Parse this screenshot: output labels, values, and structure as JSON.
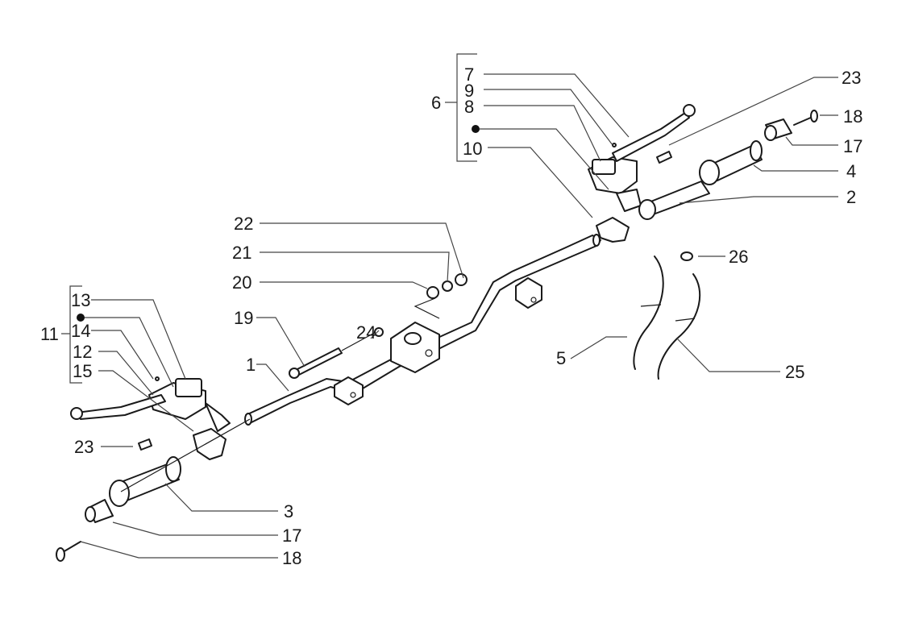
{
  "diagram": {
    "title": "Handlebar assembly exploded view",
    "labels": [
      {
        "id": "l1",
        "text": "1"
      },
      {
        "id": "l2",
        "text": "2"
      },
      {
        "id": "l3",
        "text": "3"
      },
      {
        "id": "l4",
        "text": "4"
      },
      {
        "id": "l5",
        "text": "5"
      },
      {
        "id": "l6",
        "text": "6"
      },
      {
        "id": "l7",
        "text": "7"
      },
      {
        "id": "l8",
        "text": "8"
      },
      {
        "id": "l9",
        "text": "9"
      },
      {
        "id": "l10",
        "text": "10"
      },
      {
        "id": "l11",
        "text": "11"
      },
      {
        "id": "l12",
        "text": "12"
      },
      {
        "id": "l13",
        "text": "13"
      },
      {
        "id": "l14",
        "text": "14"
      },
      {
        "id": "l15",
        "text": "15"
      },
      {
        "id": "l17a",
        "text": "17"
      },
      {
        "id": "l17b",
        "text": "17"
      },
      {
        "id": "l18a",
        "text": "18"
      },
      {
        "id": "l18b",
        "text": "18"
      },
      {
        "id": "l19",
        "text": "19"
      },
      {
        "id": "l20",
        "text": "20"
      },
      {
        "id": "l21",
        "text": "21"
      },
      {
        "id": "l22",
        "text": "22"
      },
      {
        "id": "l23a",
        "text": "23"
      },
      {
        "id": "l23b",
        "text": "23"
      },
      {
        "id": "l24",
        "text": "24"
      },
      {
        "id": "l25",
        "text": "25"
      },
      {
        "id": "l26",
        "text": "26"
      }
    ],
    "groups": [
      {
        "name": "group-6",
        "members": [
          "7",
          "9",
          "8",
          "(dot)",
          "10"
        ]
      },
      {
        "name": "group-11",
        "members": [
          "13",
          "(dot)",
          "14",
          "12",
          "15"
        ]
      }
    ]
  }
}
